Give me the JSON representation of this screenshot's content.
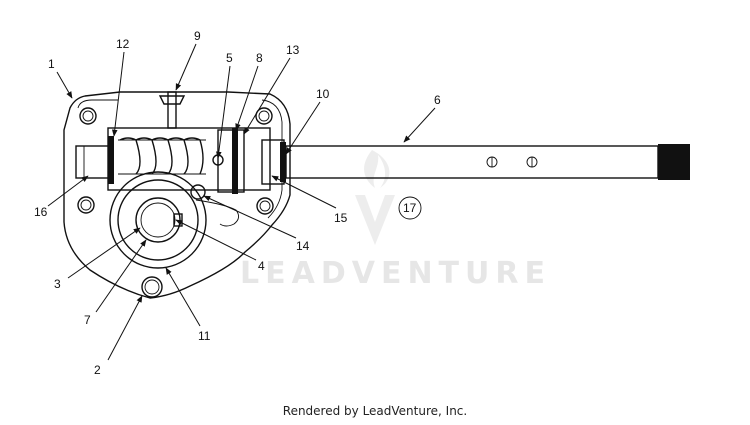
{
  "diagram": {
    "callouts": [
      {
        "id": "c1",
        "label": "1"
      },
      {
        "id": "c2",
        "label": "2"
      },
      {
        "id": "c3",
        "label": "3"
      },
      {
        "id": "c4",
        "label": "4"
      },
      {
        "id": "c5",
        "label": "5"
      },
      {
        "id": "c6",
        "label": "6"
      },
      {
        "id": "c7",
        "label": "7"
      },
      {
        "id": "c8",
        "label": "8"
      },
      {
        "id": "c9",
        "label": "9"
      },
      {
        "id": "c10",
        "label": "10"
      },
      {
        "id": "c11",
        "label": "11"
      },
      {
        "id": "c12",
        "label": "12"
      },
      {
        "id": "c13",
        "label": "13"
      },
      {
        "id": "c14",
        "label": "14"
      },
      {
        "id": "c15",
        "label": "15"
      },
      {
        "id": "c16",
        "label": "16"
      },
      {
        "id": "c17",
        "label": "17"
      }
    ],
    "watermark": "LEADVENTURE",
    "footer": "Rendered by LeadVenture, Inc."
  }
}
